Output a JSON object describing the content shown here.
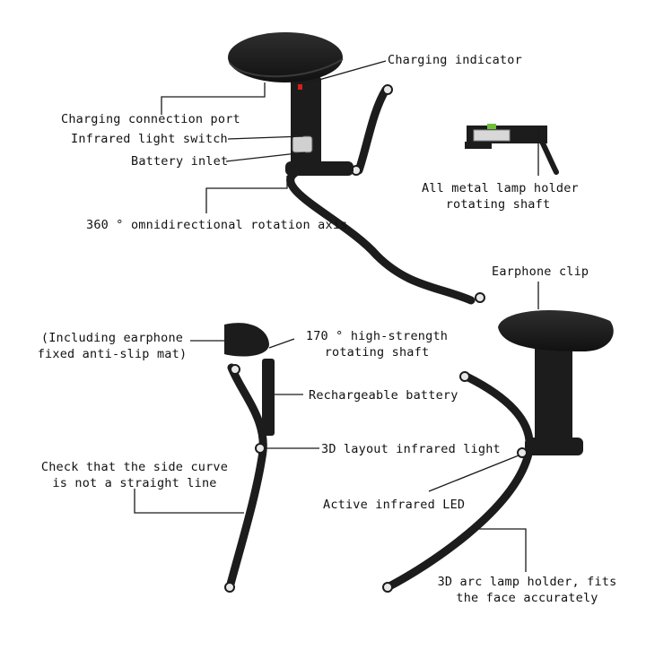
{
  "colors": {
    "device_body": "#1c1c1c",
    "device_highlight": "#3a3a3a",
    "leader_line": "#1a1a1a",
    "led_white": "#e8e8e8",
    "indicator_red": "#d42020",
    "metal_green": "#6fbf3a",
    "background": "#ffffff"
  },
  "labels": {
    "charging_indicator": "Charging indicator",
    "charging_port": "Charging connection port",
    "infrared_switch": "Infrared light switch",
    "battery_inlet": "Battery inlet",
    "rotation_axis": "360 ° omnidirectional rotation axis",
    "metal_holder_line1": "All metal lamp holder",
    "metal_holder_line2": "rotating shaft",
    "earphone_clip": "Earphone clip",
    "antislip_line1": "(Including earphone",
    "antislip_line2": "fixed anti-slip mat)",
    "shaft_line1": "170 °  high-strength",
    "shaft_line2": "rotating shaft",
    "rechargeable_battery": "Rechargeable battery",
    "layout_ir_light": "3D layout infrared light",
    "side_curve_line1": "Check that the side curve",
    "side_curve_line2": "is not a straight line",
    "active_ir_led": "Active infrared LED",
    "arc_holder_line1": "3D arc lamp holder, fits",
    "arc_holder_line2": "the face accurately"
  }
}
